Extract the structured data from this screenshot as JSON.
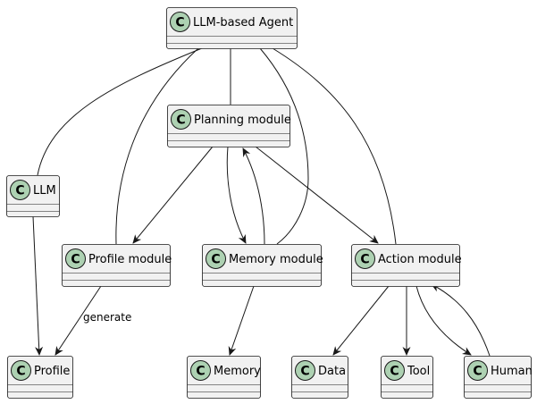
{
  "diagram": {
    "type": "uml-class-diagram",
    "stereotype_letter": "C",
    "colors": {
      "box_fill": "#f1f1f1",
      "box_stroke": "#181818",
      "circle_fill": "#add1b2",
      "line": "#181818",
      "text": "#000000"
    },
    "classes": [
      {
        "id": "agent",
        "label": "LLM-based Agent"
      },
      {
        "id": "planning",
        "label": "Planning module"
      },
      {
        "id": "llm",
        "label": "LLM"
      },
      {
        "id": "profilem",
        "label": "Profile module"
      },
      {
        "id": "memorym",
        "label": "Memory module"
      },
      {
        "id": "actionm",
        "label": "Action module"
      },
      {
        "id": "profile",
        "label": "Profile"
      },
      {
        "id": "memory",
        "label": "Memory"
      },
      {
        "id": "data",
        "label": "Data"
      },
      {
        "id": "tool",
        "label": "Tool"
      },
      {
        "id": "human",
        "label": "Human"
      }
    ],
    "relations": [
      {
        "from": "agent",
        "to": "planning",
        "kind": "association"
      },
      {
        "from": "agent",
        "to": "llm",
        "kind": "association"
      },
      {
        "from": "agent",
        "to": "profilem",
        "kind": "association"
      },
      {
        "from": "agent",
        "to": "memorym",
        "kind": "association"
      },
      {
        "from": "agent",
        "to": "actionm",
        "kind": "association"
      },
      {
        "from": "planning",
        "to": "profilem",
        "kind": "arrow"
      },
      {
        "from": "planning",
        "to": "memorym",
        "kind": "arrow"
      },
      {
        "from": "memorym",
        "to": "planning",
        "kind": "arrow"
      },
      {
        "from": "planning",
        "to": "actionm",
        "kind": "arrow"
      },
      {
        "from": "llm",
        "to": "profile",
        "kind": "arrow"
      },
      {
        "from": "profilem",
        "to": "profile",
        "kind": "arrow",
        "label": "generate"
      },
      {
        "from": "memorym",
        "to": "memory",
        "kind": "arrow"
      },
      {
        "from": "actionm",
        "to": "data",
        "kind": "arrow"
      },
      {
        "from": "actionm",
        "to": "tool",
        "kind": "arrow"
      },
      {
        "from": "actionm",
        "to": "human",
        "kind": "arrow"
      },
      {
        "from": "human",
        "to": "actionm",
        "kind": "arrow"
      }
    ]
  }
}
